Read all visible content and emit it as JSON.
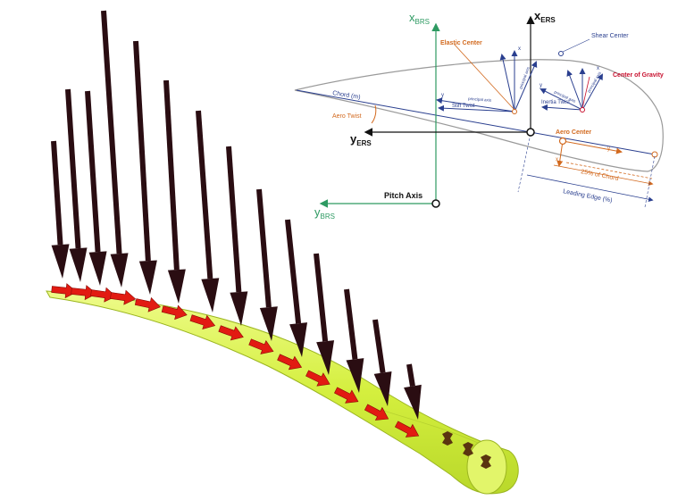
{
  "labels": {
    "x_brs_main": "x",
    "x_brs_sub": "BRS",
    "y_brs_main": "y",
    "y_brs_sub": "BRS",
    "x_ers_main": "x",
    "x_ers_sub": "ERS",
    "y_ers_main": "y",
    "y_ers_sub": "ERS",
    "elastic_center": "Elastic Center",
    "shear_center": "Shear Center",
    "center_of_gravity": "Center of Gravity",
    "chord": "Chord (m)",
    "aero_twist": "Aero Twist",
    "stiff_twist": "Stiff Twist",
    "inertia_twist": "Inertia Twist",
    "aero_center": "Aero Center",
    "pct_chord": "25% of Chord",
    "leading_edge": "Leading Edge (%)",
    "pitch_axis": "Pitch Axis",
    "principal_axis": "principal axis",
    "x_stiff": "x",
    "y_stiff": "y",
    "x_inertia": "x",
    "y_inertia": "y",
    "x_aero": "x",
    "y_aero": "y"
  },
  "colors": {
    "green_axis": "#2e9a62",
    "orange": "#d2691e",
    "blue": "#2a3f8f",
    "red": "#c8102e",
    "blade": "#d4f04a",
    "load_arrow": "#2a0d12",
    "flow_arrow": "#e21b12"
  }
}
